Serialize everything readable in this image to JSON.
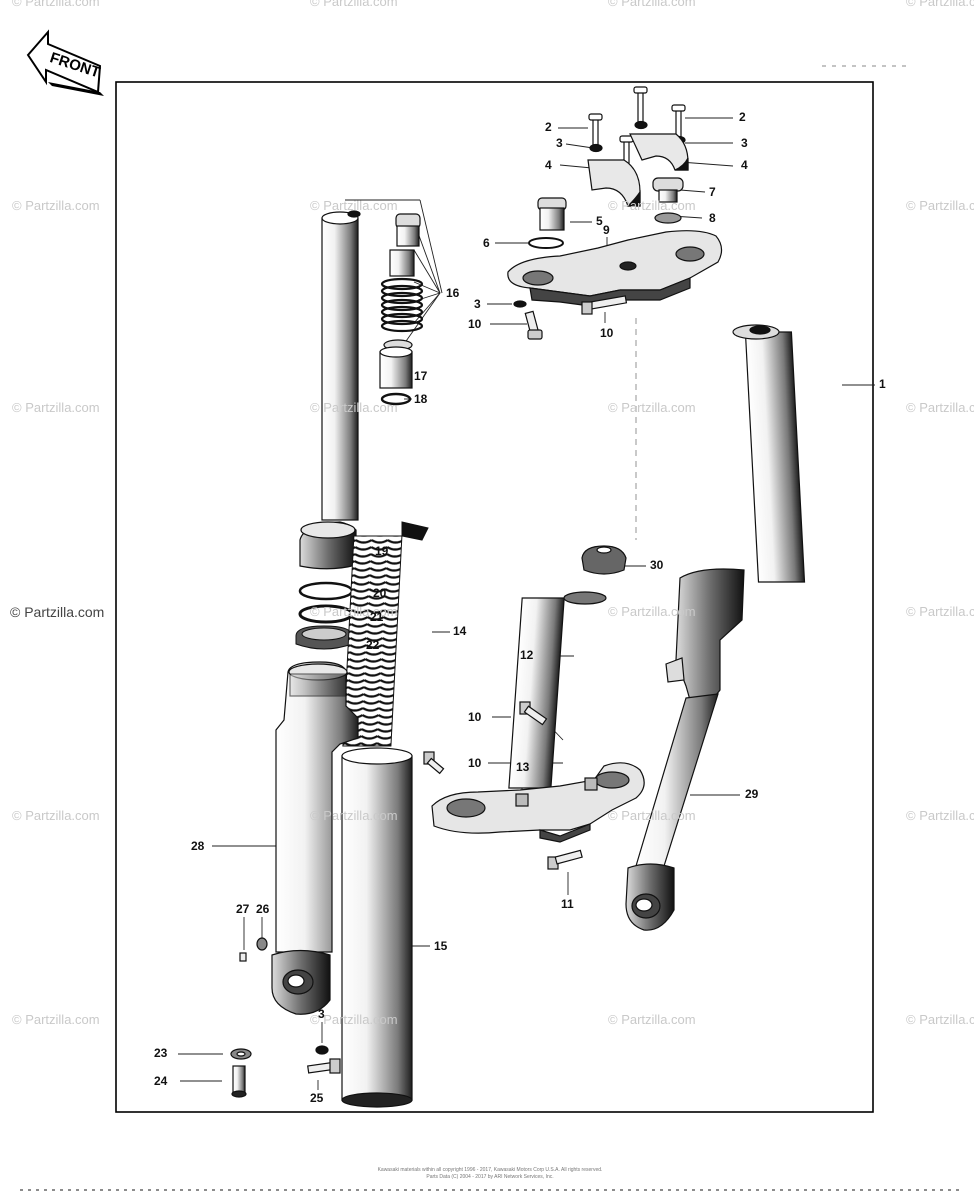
{
  "direction_label": "FRONT",
  "watermark_text": "© Partzilla.com",
  "callouts": [
    {
      "id": "c2a",
      "label": "2"
    },
    {
      "id": "c2b",
      "label": "2"
    },
    {
      "id": "c3a",
      "label": "3"
    },
    {
      "id": "c3b",
      "label": "3"
    },
    {
      "id": "c4a",
      "label": "4"
    },
    {
      "id": "c4b",
      "label": "4"
    },
    {
      "id": "c7",
      "label": "7"
    },
    {
      "id": "c5",
      "label": "5"
    },
    {
      "id": "c8",
      "label": "8"
    },
    {
      "id": "c9",
      "label": "9"
    },
    {
      "id": "c6",
      "label": "6"
    },
    {
      "id": "c16",
      "label": "16"
    },
    {
      "id": "c3c",
      "label": "3"
    },
    {
      "id": "c10a",
      "label": "10"
    },
    {
      "id": "c10b",
      "label": "10"
    },
    {
      "id": "c17",
      "label": "17"
    },
    {
      "id": "c18",
      "label": "18"
    },
    {
      "id": "c1",
      "label": "1"
    },
    {
      "id": "c19",
      "label": "19"
    },
    {
      "id": "c30",
      "label": "30"
    },
    {
      "id": "c20",
      "label": "20"
    },
    {
      "id": "c21",
      "label": "21"
    },
    {
      "id": "c14",
      "label": "14"
    },
    {
      "id": "c22",
      "label": "22"
    },
    {
      "id": "c12",
      "label": "12"
    },
    {
      "id": "c10c",
      "label": "10"
    },
    {
      "id": "c10d",
      "label": "10"
    },
    {
      "id": "c13",
      "label": "13"
    },
    {
      "id": "c29",
      "label": "29"
    },
    {
      "id": "c28",
      "label": "28"
    },
    {
      "id": "c11",
      "label": "11"
    },
    {
      "id": "c27",
      "label": "27"
    },
    {
      "id": "c26",
      "label": "26"
    },
    {
      "id": "c15",
      "label": "15"
    },
    {
      "id": "c3d",
      "label": "3"
    },
    {
      "id": "c23",
      "label": "23"
    },
    {
      "id": "c24",
      "label": "24"
    },
    {
      "id": "c25",
      "label": "25"
    }
  ],
  "footer": {
    "line1": "Kawasaki materials within all copyright 1996 - 2017, Kawasaki Motors Corp U.S.A. All rights reserved.",
    "line2": "Parts Data (C) 2004 - 2017 by ARI Network Services, Inc."
  }
}
